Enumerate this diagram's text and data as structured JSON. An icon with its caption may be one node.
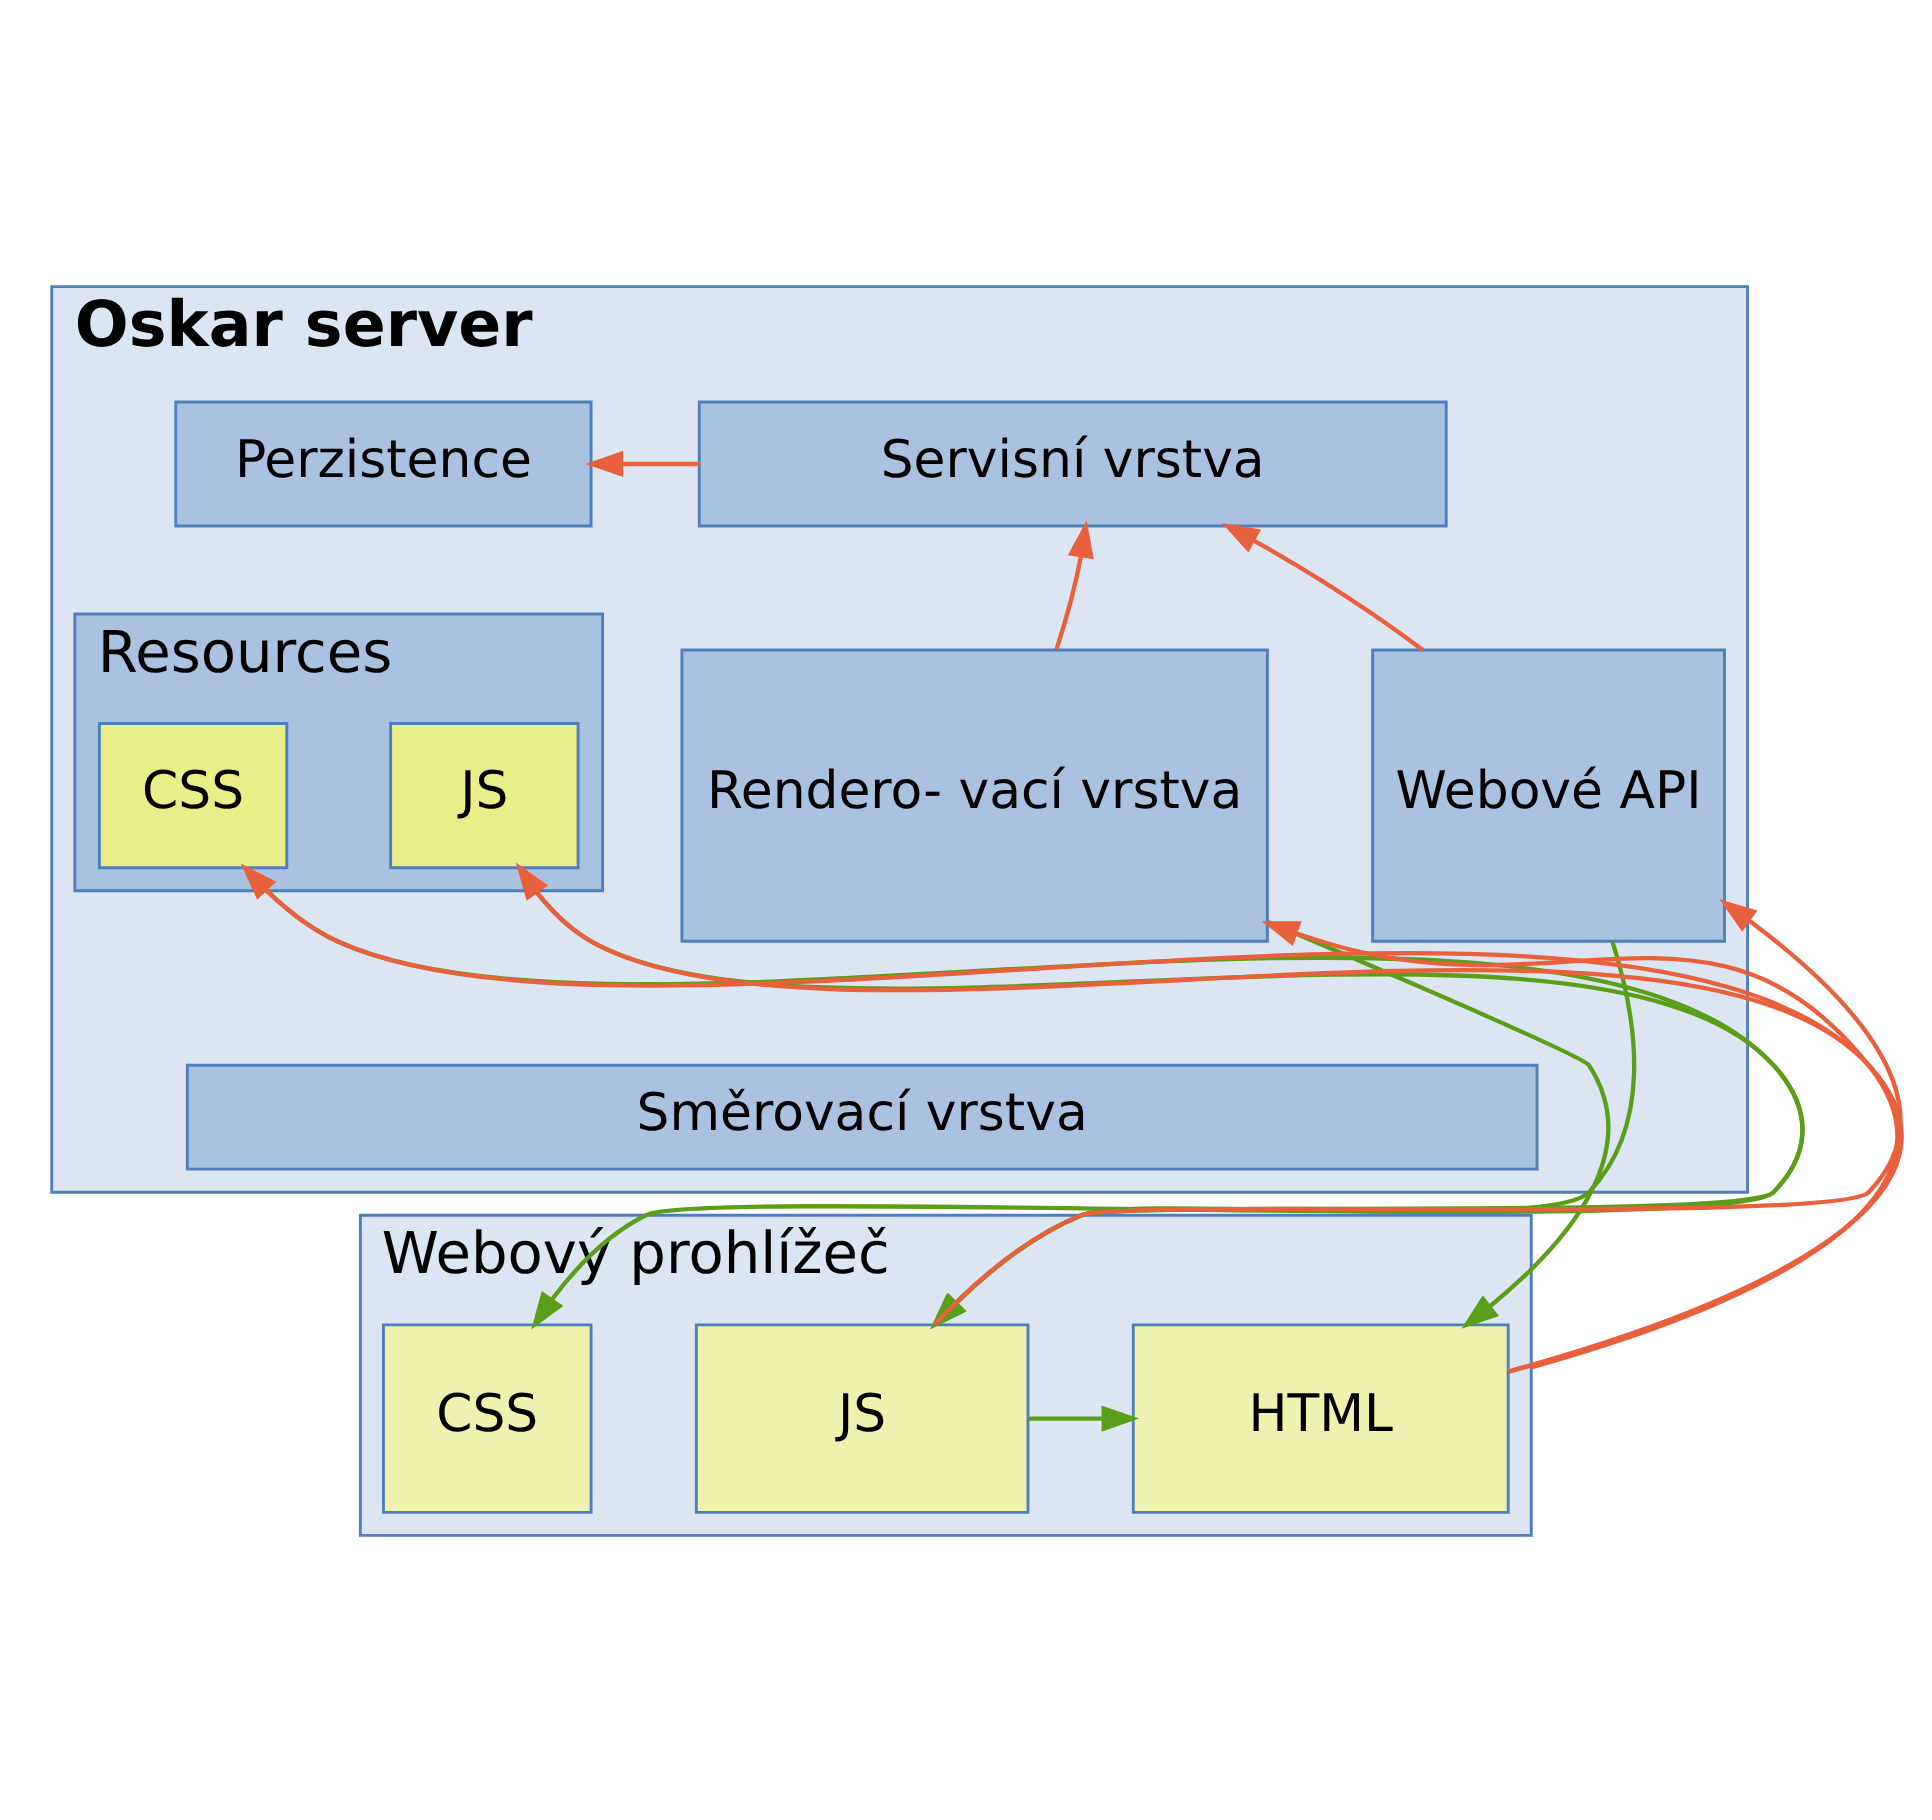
{
  "diagram": {
    "nodes": [
      {
        "text": [
          "Oskar server"
        ]
      },
      {
        "text": [
          "Servisní vrstva"
        ],
        "in": 0
      },
      {
        "text": [
          "Perzistence"
        ],
        "in": 0
      },
      {
        "text": [
          "Rendero- vací vrstva"
        ],
        "in": 0
      },
      {
        "text": [
          "Webové API"
        ],
        "in": 0
      },
      {
        "text": [
          "Resources"
        ],
        "in": 0
      },
      {
        "text": [
          "JS"
        ],
        "in": 5
      },
      {
        "text": [
          "CSS"
        ],
        "in": 5
      },
      {
        "text": [
          "Směrovací vrstva"
        ],
        "in": 0
      },
      {
        "text": [
          "Webový prohlížeč"
        ]
      },
      {
        "text": [
          "HTML"
        ],
        "in": 9
      },
      {
        "text": [
          "JS"
        ],
        "in": 9
      },
      {
        "text": [
          "CSS"
        ],
        "in": 9
      }
    ],
    "edges": [
      {
        "from": 1,
        "to": 2,
        "arrow": "to",
        "color": "#e8603c"
      },
      {
        "from": 3,
        "to": 1,
        "arrow": "to",
        "color": "#e8603c"
      },
      {
        "from": 4,
        "to": 1,
        "arrow": "to",
        "color": "#e8603c"
      },
      {
        "from": 9,
        "to": 3,
        "arrow": "to",
        "color": "#e8603c"
      },
      {
        "from": 3,
        "to": 10,
        "arrow": "to",
        "color": "#5a9e1a"
      },
      {
        "from": 11,
        "to": 4,
        "arrow": "to",
        "color": "#e8603c"
      },
      {
        "from": 4,
        "to": 11,
        "arrow": "to",
        "color": "#5a9e1a"
      },
      {
        "from": 10,
        "to": 6,
        "arrow": "to",
        "color": "#e8603c"
      },
      {
        "from": 10,
        "to": 7,
        "arrow": "to",
        "color": "#e8603c"
      },
      {
        "from": 6,
        "to": 11,
        "arrow": "to",
        "color": "#5a9e1a"
      },
      {
        "from": 7,
        "to": 12,
        "arrow": "to",
        "color": "#5a9e1a"
      },
      {
        "from": 11,
        "to": 10,
        "arrow": "to",
        "color": "#5a9e1a"
      }
    ]
  }
}
